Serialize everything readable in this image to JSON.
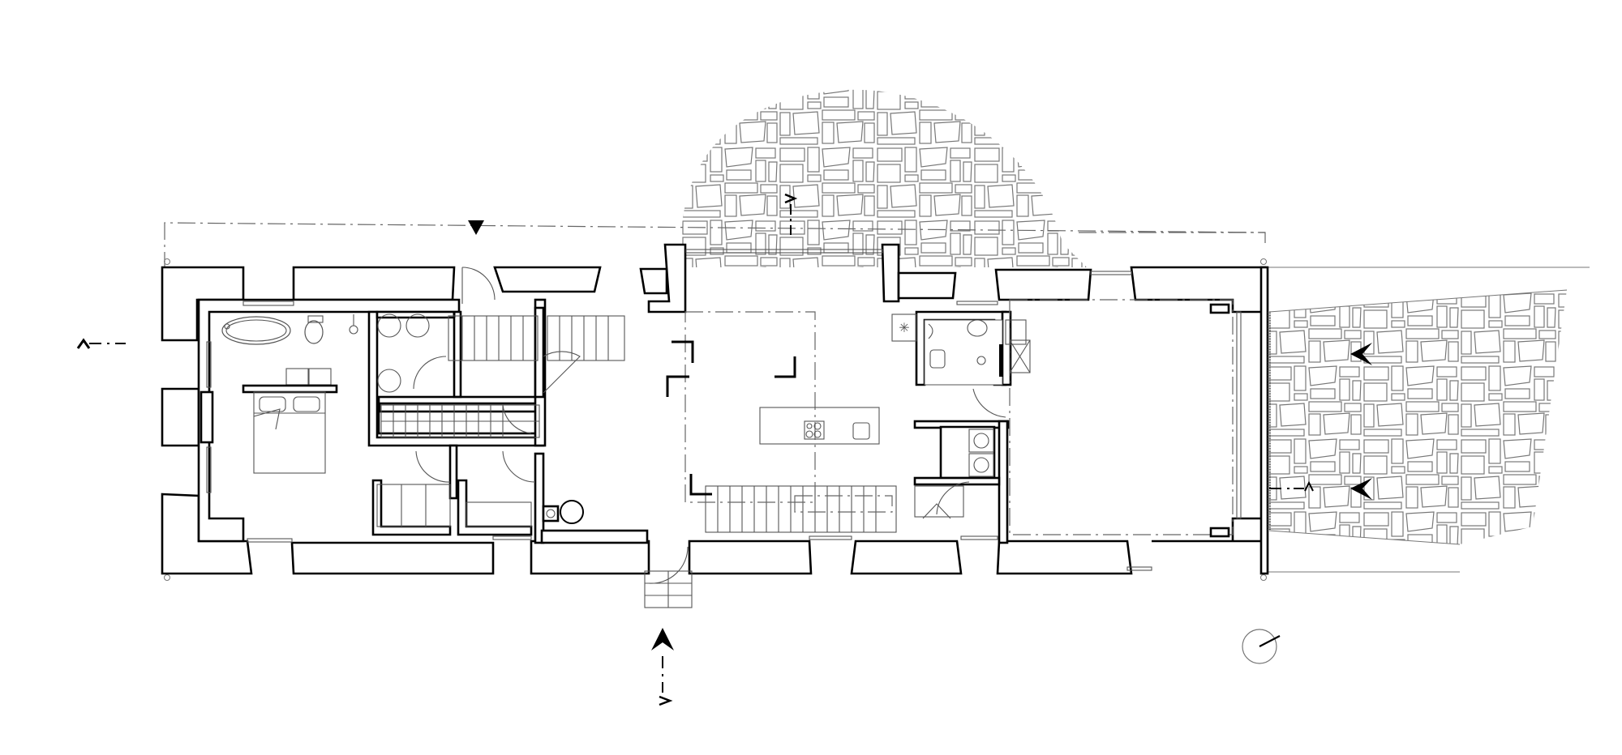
{
  "drawing": {
    "type": "architectural floor plan",
    "background": "#ffffff",
    "line_color": "#000000",
    "secondary_line_color": "#777777"
  },
  "section_markers": [
    {
      "id": "A-top",
      "symbol": "V",
      "position": "top-centre-left"
    },
    {
      "id": "A-left",
      "symbol": "^",
      "position": "left"
    },
    {
      "id": "B-bottom",
      "symbol": "^",
      "position": "bottom"
    },
    {
      "id": "B-top",
      "symbol": ">",
      "position": "top-centre"
    },
    {
      "id": "C-right-upper",
      "symbol": "<",
      "position": "right-upper"
    },
    {
      "id": "C-right-lower",
      "symbol": "<",
      "position": "right-lower"
    },
    {
      "id": "C-right-small",
      "symbol": "^",
      "position": "right-lower"
    }
  ],
  "rooms": [
    {
      "name": "bedroom",
      "fixtures": [
        "double-bed",
        "double-washbasin",
        "bathtub",
        "toilet",
        "shower"
      ]
    },
    {
      "name": "wardrobe",
      "fixtures": [
        "storage-circles"
      ]
    },
    {
      "name": "stair-hall",
      "fixtures": [
        "staircase"
      ]
    },
    {
      "name": "living-kitchen",
      "fixtures": [
        "kitchen-island",
        "cooktop",
        "sink",
        "stove"
      ]
    },
    {
      "name": "bathroom",
      "fixtures": [
        "toilet",
        "washbasin",
        "shower"
      ]
    },
    {
      "name": "utility",
      "fixtures": [
        "washing-machine",
        "dryer"
      ]
    },
    {
      "name": "barn-room",
      "fixtures": []
    }
  ],
  "north_arrow": {
    "symbol": "north-arrow",
    "angle_deg": 25
  },
  "terrain": {
    "pattern": "stone-wall",
    "areas": [
      "top-centre",
      "right"
    ]
  }
}
